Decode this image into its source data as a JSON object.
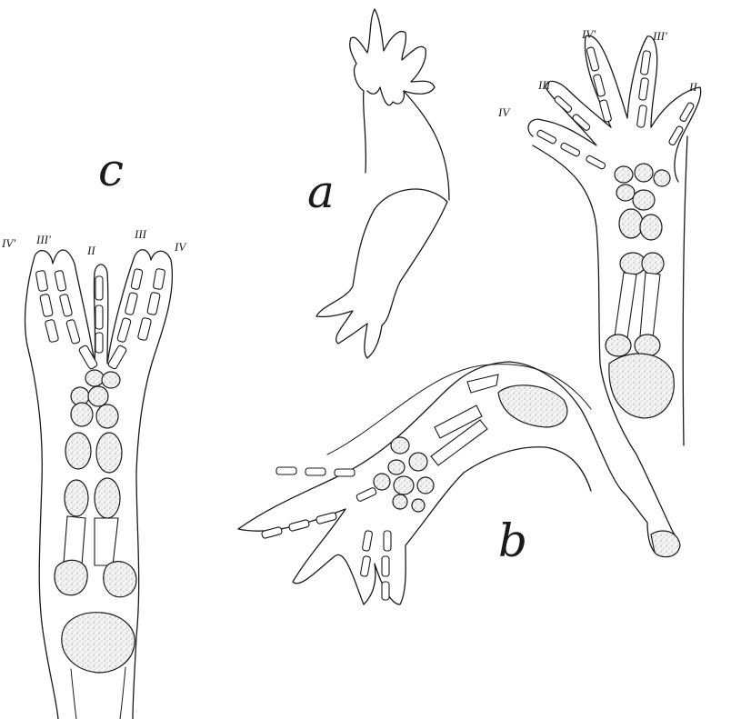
{
  "panels": {
    "a": {
      "letter": "a"
    },
    "b": {
      "letter": "b",
      "digit_labels": [
        "IV",
        "III",
        "IV'",
        "III'",
        "II"
      ]
    },
    "c": {
      "letter": "c",
      "digit_labels": [
        "IV'",
        "III'",
        "II",
        "III",
        "IV"
      ]
    }
  },
  "colors": {
    "ink": "#1a1a1a",
    "background": "#ffffff"
  }
}
